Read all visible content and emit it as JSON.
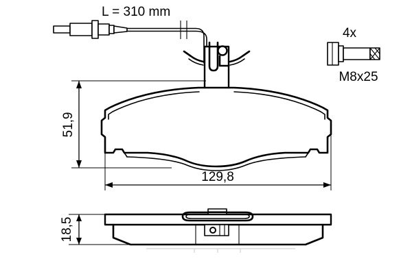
{
  "drawing": {
    "title": "brake-pad-set-technical-drawing",
    "background_color": "#ffffff",
    "line_color": "#000000",
    "border_color": "#c9c9c9"
  },
  "sensor": {
    "length_label": "L = 310 mm",
    "part_name": "wear-sensor-cable"
  },
  "hardware": {
    "quantity_label": "4x",
    "size_label": "M8x25",
    "part_name": "hex-bolt"
  },
  "dimensions": {
    "height": "51,9",
    "width": "129,8",
    "thickness": "18,5"
  },
  "views": {
    "front": "brake-pad-front-view",
    "side": "brake-pad-side-view"
  }
}
